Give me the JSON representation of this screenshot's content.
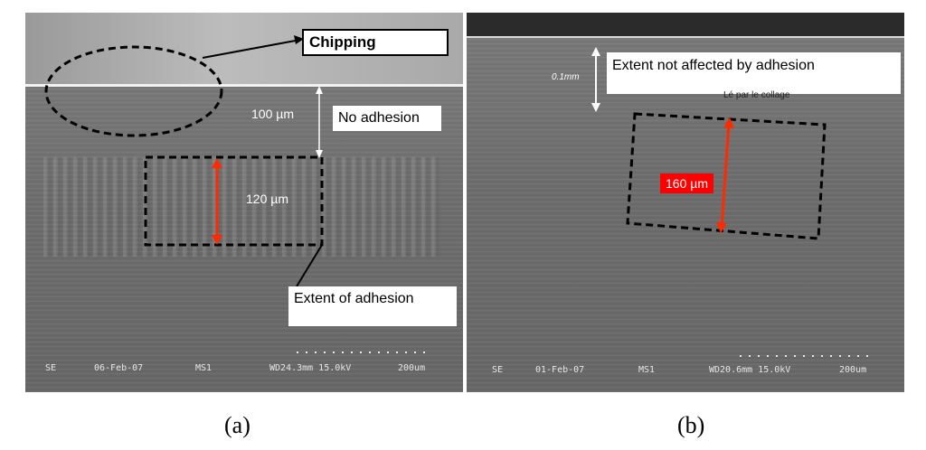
{
  "panel_a": {
    "labels": {
      "chipping": "Chipping",
      "no_adhesion": "No adhesion",
      "extent_adhesion": "Extent of adhesion",
      "dim_100": "100 µm",
      "dim_120": "120 µm"
    },
    "footer": {
      "se": "SE",
      "date": "06-Feb-07",
      "detector": "MS1",
      "wd_kv": "WD24.3mm 15.0kV",
      "scale": "200um"
    },
    "caption": "(a)"
  },
  "panel_b": {
    "labels": {
      "extent_not_affected": "Extent not affected by adhesion",
      "dim_01mm": "0.1mm",
      "dim_160": "160 µm",
      "french_text": "Lé par le collage"
    },
    "footer": {
      "se": "SE",
      "date": "01-Feb-07",
      "detector": "MS1",
      "wd_kv": "WD20.6mm 15.0kV",
      "scale": "200um"
    },
    "caption": "(b)"
  }
}
